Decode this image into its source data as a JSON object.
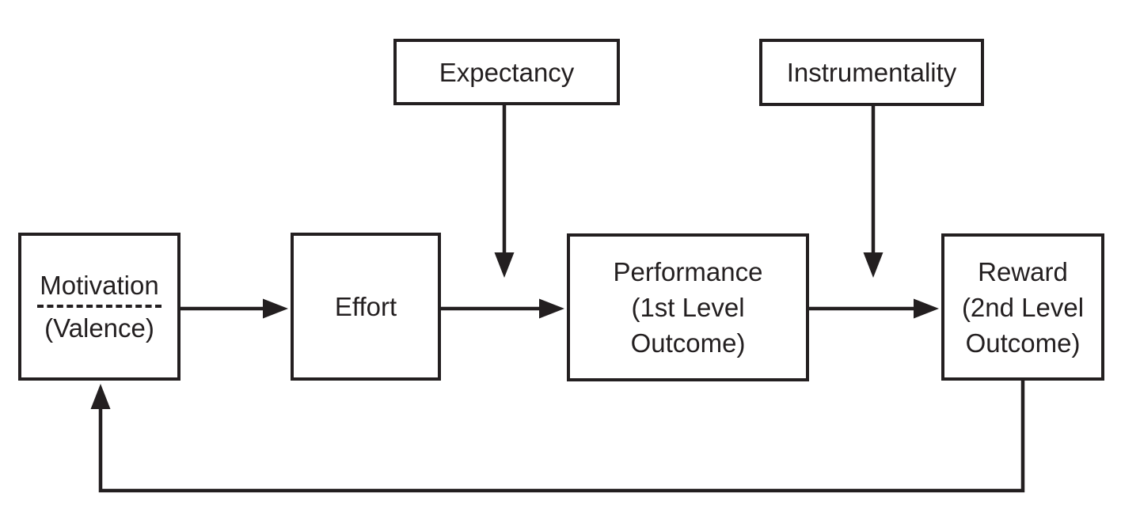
{
  "boxes": {
    "expectancy": {
      "label": "Expectancy"
    },
    "instrumentality": {
      "label": "Instrumentality"
    },
    "motivation": {
      "line1": "Motivation",
      "line2": "(Valence)"
    },
    "effort": {
      "label": "Effort"
    },
    "performance": {
      "line1": "Performance",
      "line2": "(1st Level",
      "line3": "Outcome)"
    },
    "reward": {
      "line1": "Reward",
      "line2": "(2nd Level",
      "line3": "Outcome)"
    }
  },
  "connections": [
    {
      "from": "motivation",
      "to": "effort",
      "style": "solid-arrow"
    },
    {
      "from": "effort",
      "to": "performance",
      "style": "solid-arrow"
    },
    {
      "from": "performance",
      "to": "reward",
      "style": "solid-arrow"
    },
    {
      "from": "expectancy",
      "to": "effort-performance-link",
      "style": "solid-arrow-down"
    },
    {
      "from": "instrumentality",
      "to": "performance-reward-link",
      "style": "solid-arrow-down"
    },
    {
      "from": "reward",
      "to": "motivation",
      "style": "feedback-loop-arrow"
    }
  ],
  "colors": {
    "stroke": "#231f20",
    "background": "#ffffff"
  }
}
